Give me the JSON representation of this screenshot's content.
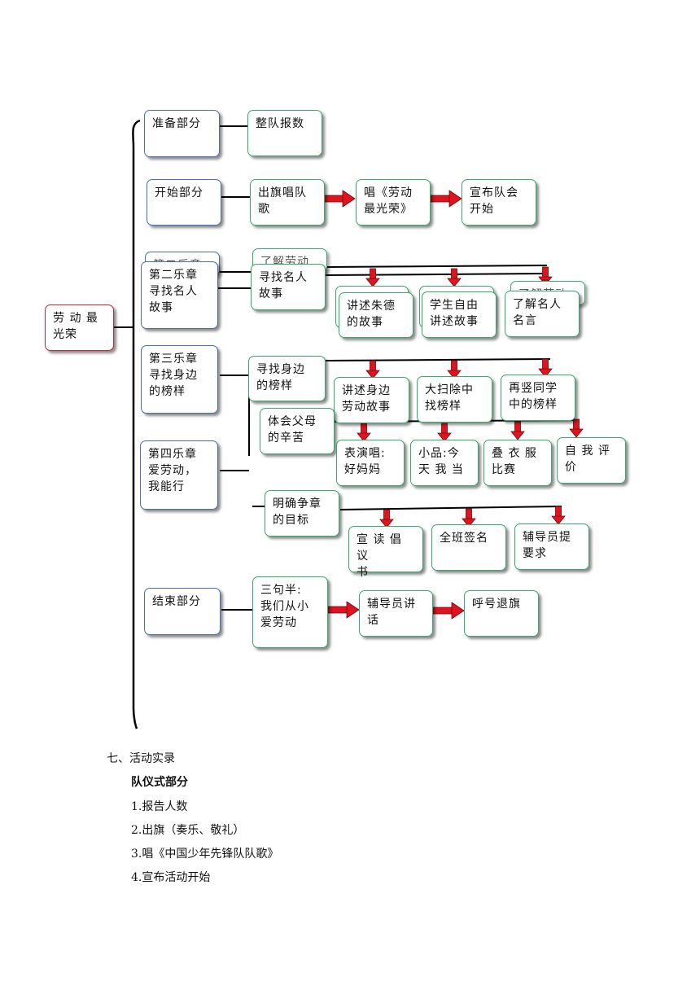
{
  "diagram": {
    "root": "劳 动 最\n光荣",
    "sections": {
      "prep": "准备部分",
      "start": "开始部分",
      "ch2_under": "第二乐章",
      "ch2": "第二乐章\n寻找名人\n故事",
      "ch3": "第三乐章\n寻找身边\n的榜样",
      "ch4": "第四乐章\n爱劳动，\n我能行",
      "end": "结束部分"
    },
    "steps": {
      "line_up": "整队报数",
      "flag_song": "出旗唱队\n歌",
      "sing": "唱《劳动\n最光荣》",
      "announce": "宣布队会\n开始",
      "learn_labor_under": "了解劳动",
      "find_famous": "寻找名人\n故事",
      "zhu_de": "讲述朱德\n的故事",
      "free_tell": "学生自由\n讲述故事",
      "quotes_under": "了解劳动",
      "quotes": "了解名人\n名言",
      "find_near": "寻找身边\n的榜样",
      "tell_labor": "讲述身边\n劳动故事",
      "cleanup": "大扫除中\n找榜样",
      "erect": "再竖同学\n中的榜样",
      "parents": "体会父母\n的辛苦",
      "perform": "表演唱:\n好妈妈",
      "skit": "小品:今\n天 我 当",
      "fold": "叠 衣 服\n比赛",
      "self_eval": "自 我 评\n价",
      "badge_goal": "明确争章\n的目标",
      "proposal": "宣 读 倡 议\n书",
      "sign": "全班签名",
      "counselor_req": "辅导员提\n要求",
      "three_half": "三句半:\n我们从小\n爱劳动",
      "counselor_talk": "辅导员讲\n话",
      "retire_flag": "呼号退旗"
    }
  },
  "record": {
    "heading": "七、活动实录",
    "subheading": "队仪式部分",
    "items": [
      "1.报告人数",
      "2.出旗（奏乐、敬礼）",
      "3.唱《中国少年先锋队队歌》",
      "4.宣布活动开始"
    ]
  },
  "colors": {
    "section_border": "#4a6fb0",
    "step_border": "#3aa86a",
    "root_border": "#b0303a",
    "arrow": "#e0141e"
  }
}
